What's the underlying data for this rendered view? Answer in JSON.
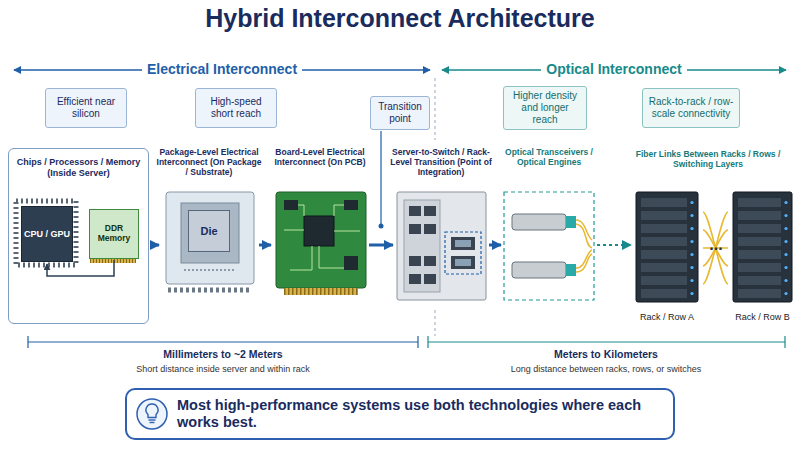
{
  "diagram": {
    "title": "Hybrid Interconnect Architecture",
    "nodes": [
      {
        "text": [
          "Efficient near silicon"
        ]
      },
      {
        "text": [
          "High-speed short reach"
        ]
      },
      {
        "text": [
          "Transition point"
        ]
      },
      {
        "text": [
          "Higher density and longer reach"
        ]
      },
      {
        "text": [
          "Rack-to-rack / row-scale connectivity"
        ]
      },
      {
        "text": [
          "Chips / Processors / Memory (Inside Server)"
        ]
      },
      {
        "text": [
          "CPU / GPU"
        ],
        "in": 5
      },
      {
        "text": [
          "DDR Memory"
        ],
        "in": 5
      },
      {
        "text": [
          "Package-Level Electrical Interconnect (On Package / Substrate)"
        ]
      },
      {
        "text": [
          "Die"
        ],
        "in": 8
      },
      {
        "text": [
          "Board-Level Electrical Interconnect (On PCB)"
        ]
      },
      {
        "text": [
          "Server-to-Switch / Rack-Level Transition (Point of Integration)"
        ]
      },
      {
        "text": [
          "Optical Transceivers / Optical Engines"
        ]
      },
      {
        "text": [
          "Rack / Row A"
        ]
      },
      {
        "text": [
          "Rack / Row B"
        ]
      },
      {
        "text": [
          "Most high-performance systems use both technologies where each works best."
        ]
      }
    ],
    "edges": [
      {
        "from": 5,
        "to": 8,
        "arrow": "to"
      },
      {
        "from": 8,
        "to": 10,
        "arrow": "to"
      },
      {
        "from": 10,
        "to": 11,
        "arrow": "to"
      },
      {
        "from": 11,
        "to": 12,
        "arrow": "to"
      },
      {
        "from": 12,
        "to": 13,
        "arrow": "to"
      },
      {
        "from": 13,
        "to": 14,
        "arrow": "none"
      },
      {
        "from": 7,
        "to": 6,
        "arrow": "to"
      }
    ],
    "labels": [
      "Electrical Interconnect",
      "Optical Interconnect",
      "Fiber Links Between Racks / Rows / Switching Layers",
      "...",
      "Millimeters to ~2 Meters",
      "Short distance inside server and within rack",
      "Meters to Kilometers",
      "Long distance between racks, rows, or switches"
    ]
  }
}
